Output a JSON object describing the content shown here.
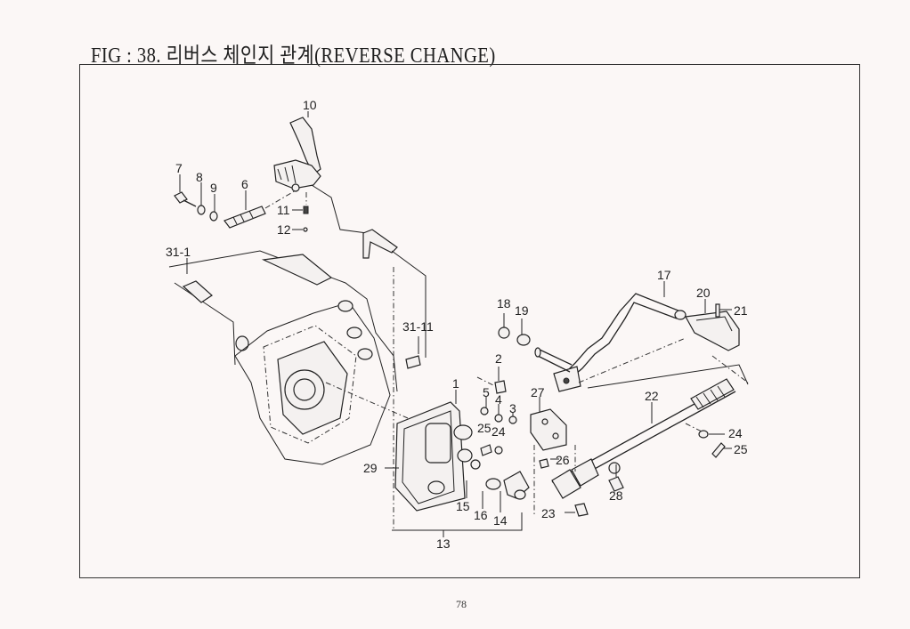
{
  "page": {
    "title": "FIG : 38. 리버스 체인지 관계(REVERSE CHANGE)",
    "page_number": "78"
  },
  "parts": {
    "p1": "1",
    "p2": "2",
    "p3": "3",
    "p4": "4",
    "p5": "5",
    "p6": "6",
    "p7": "7",
    "p8": "8",
    "p9": "9",
    "p10": "10",
    "p11": "11",
    "p12": "12",
    "p13": "13",
    "p14": "14",
    "p15": "15",
    "p16": "16",
    "p17": "17",
    "p18": "18",
    "p19": "19",
    "p20": "20",
    "p21": "21",
    "p22": "22",
    "p23": "23",
    "p24a": "24",
    "p24b": "24",
    "p25a": "25",
    "p25b": "25",
    "p26": "26",
    "p27": "27",
    "p28": "28",
    "p29": "29",
    "p31_1": "31-1",
    "p31_11": "31-11"
  }
}
